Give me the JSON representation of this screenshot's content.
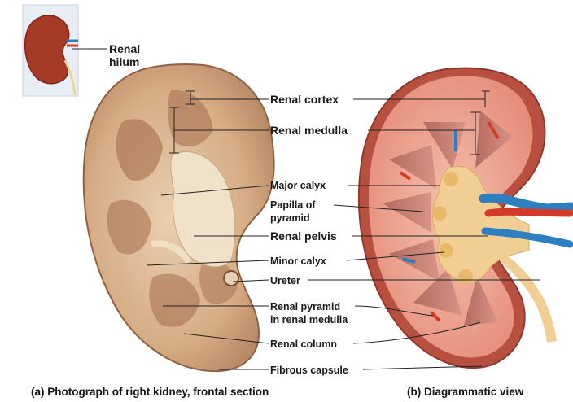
{
  "inset": {
    "label_line1": "Renal",
    "label_line2": "hilum"
  },
  "labels": {
    "renal_cortex": "Renal cortex",
    "renal_medulla": "Renal medulla",
    "major_calyx": "Major calyx",
    "papilla_line1": "Papilla of",
    "papilla_line2": "pyramid",
    "renal_pelvis": "Renal pelvis",
    "minor_calyx": "Minor calyx",
    "ureter": "Ureter",
    "renal_pyramid_line1": "Renal pyramid",
    "renal_pyramid_line2": "in renal medulla",
    "renal_column": "Renal column",
    "fibrous_capsule": "Fibrous capsule"
  },
  "captions": {
    "a": "(a) Photograph of right kidney, frontal section",
    "b": "(b) Diagrammatic view"
  },
  "colors": {
    "cortex_photo": "#d9b48c",
    "medulla_photo": "#b07b5a",
    "cortex_diagram": "#e8a58e",
    "pyramid": "#c98276",
    "pelvis": "#f3d49c",
    "vein": "#2d7fc0",
    "artery": "#d23a2a",
    "capsule": "#c65c4c"
  }
}
